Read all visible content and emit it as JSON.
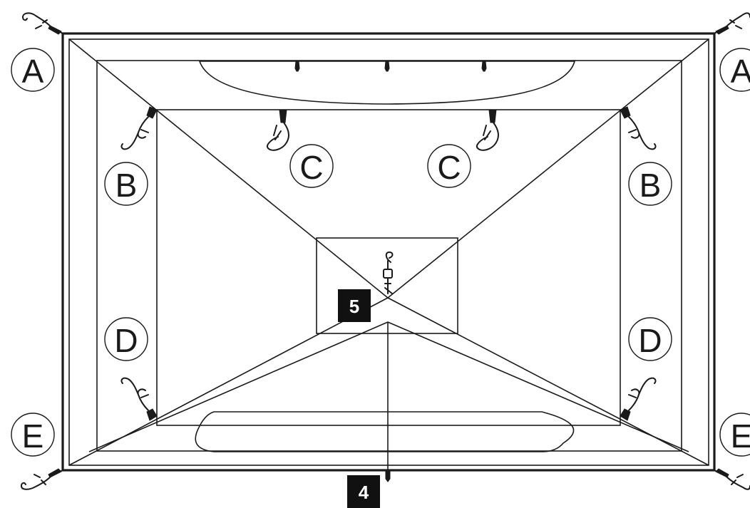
{
  "labels": {
    "a_left": "A",
    "a_right": "A",
    "b_left": "B",
    "b_right": "B",
    "c_left": "C",
    "c_right": "C",
    "d_left": "D",
    "d_right": "D",
    "e_left": "E",
    "e_right": "E"
  },
  "step_markers": {
    "five": "5",
    "four": "4"
  },
  "colors": {
    "line": "#1a1a1a",
    "marker_bg": "#111111",
    "marker_text": "#ffffff"
  }
}
